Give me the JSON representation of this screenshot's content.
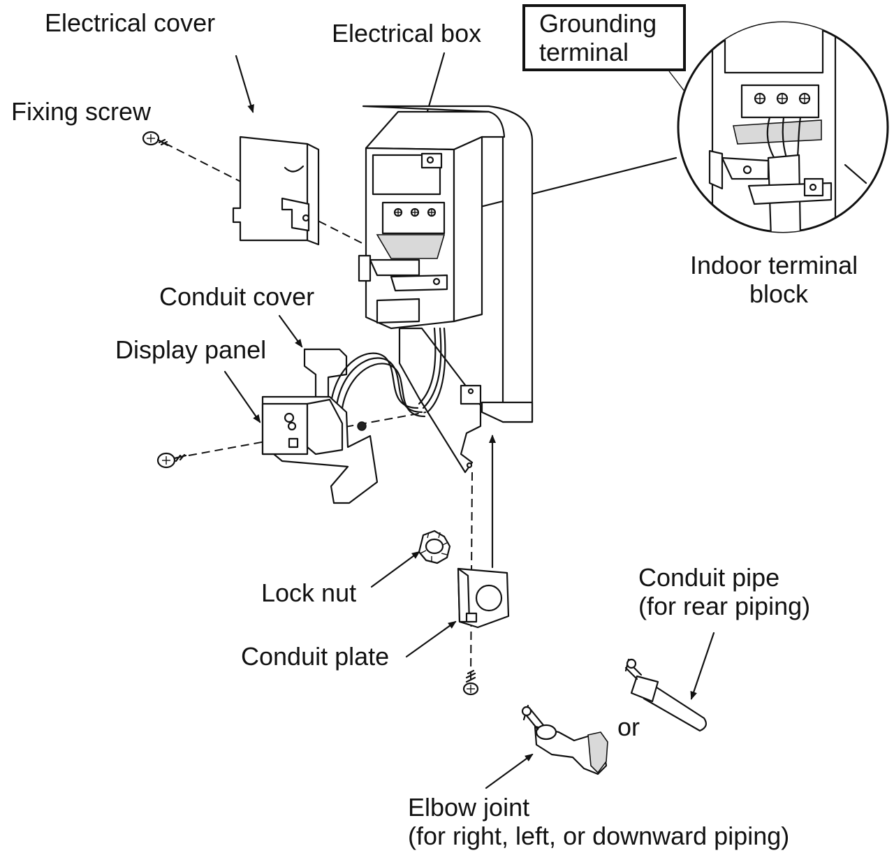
{
  "labels": {
    "electrical_cover": "Electrical cover",
    "electrical_box": "Electrical box",
    "grounding_terminal_1": "Grounding",
    "grounding_terminal_2": "terminal",
    "fixing_screw": "Fixing screw",
    "indoor_terminal_block_1": "Indoor terminal",
    "indoor_terminal_block_2": "block",
    "conduit_cover": "Conduit cover",
    "display_panel": "Display panel",
    "lock_nut": "Lock nut",
    "conduit_plate": "Conduit plate",
    "conduit_pipe_1": "Conduit pipe",
    "conduit_pipe_2": "(for rear piping)",
    "or": "or",
    "elbow_joint_1": "Elbow joint",
    "elbow_joint_2": "(for right, left, or downward piping)"
  },
  "icons": {
    "screw": "phillips-screw-icon",
    "terminal": "screw-terminal-icon"
  }
}
